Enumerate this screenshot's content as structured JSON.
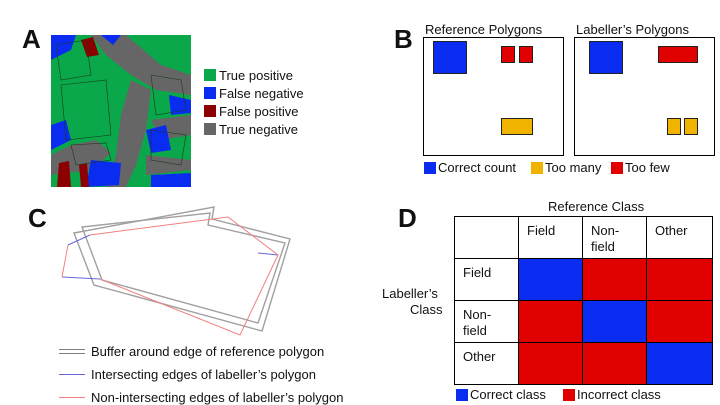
{
  "panels": {
    "a": "A",
    "b": "B",
    "c": "C",
    "d": "D"
  },
  "colors": {
    "green": "#0aa84a",
    "blue": "#0a2cf0",
    "red": "#e00000",
    "darkred": "#8b0000",
    "gray": "#666666",
    "yellow": "#f0b400"
  },
  "panel_a": {
    "legend": [
      {
        "label": "True positive",
        "color": "#0aa84a"
      },
      {
        "label": "False negative",
        "color": "#0a2cf0"
      },
      {
        "label": "False positive",
        "color": "#8b0000"
      },
      {
        "label": "True negative",
        "color": "#666666"
      }
    ]
  },
  "panel_b": {
    "reference_title": "Reference Polygons",
    "labeller_title": "Labeller’s Polygons",
    "legend": [
      {
        "label": "Correct count",
        "color": "#0a2cf0"
      },
      {
        "label": "Too many",
        "color": "#f0b400"
      },
      {
        "label": "Too few",
        "color": "#e00000"
      }
    ]
  },
  "panel_c": {
    "legend": [
      {
        "label": "Buffer around edge of reference polygon",
        "color": "#808080"
      },
      {
        "label": "Intersecting edges of labeller’s polygon",
        "color": "#5555dd"
      },
      {
        "label": "Non-intersecting edges of labeller’s polygon",
        "color": "#f08080"
      }
    ]
  },
  "panel_d": {
    "reference_class_label": "Reference Class",
    "labeller_class_label_line1": "Labeller’s",
    "labeller_class_label_line2": "Class",
    "columns": [
      "Field",
      "Non-\nfield",
      "Other"
    ],
    "rows": [
      "Field",
      "Non-\nfield",
      "Other"
    ],
    "matrix": [
      [
        "correct",
        "incorrect",
        "incorrect"
      ],
      [
        "incorrect",
        "correct",
        "incorrect"
      ],
      [
        "incorrect",
        "incorrect",
        "correct"
      ]
    ],
    "legend": [
      {
        "label": "Correct class",
        "color": "#0a2cf0"
      },
      {
        "label": "Incorrect class",
        "color": "#e00000"
      }
    ]
  }
}
